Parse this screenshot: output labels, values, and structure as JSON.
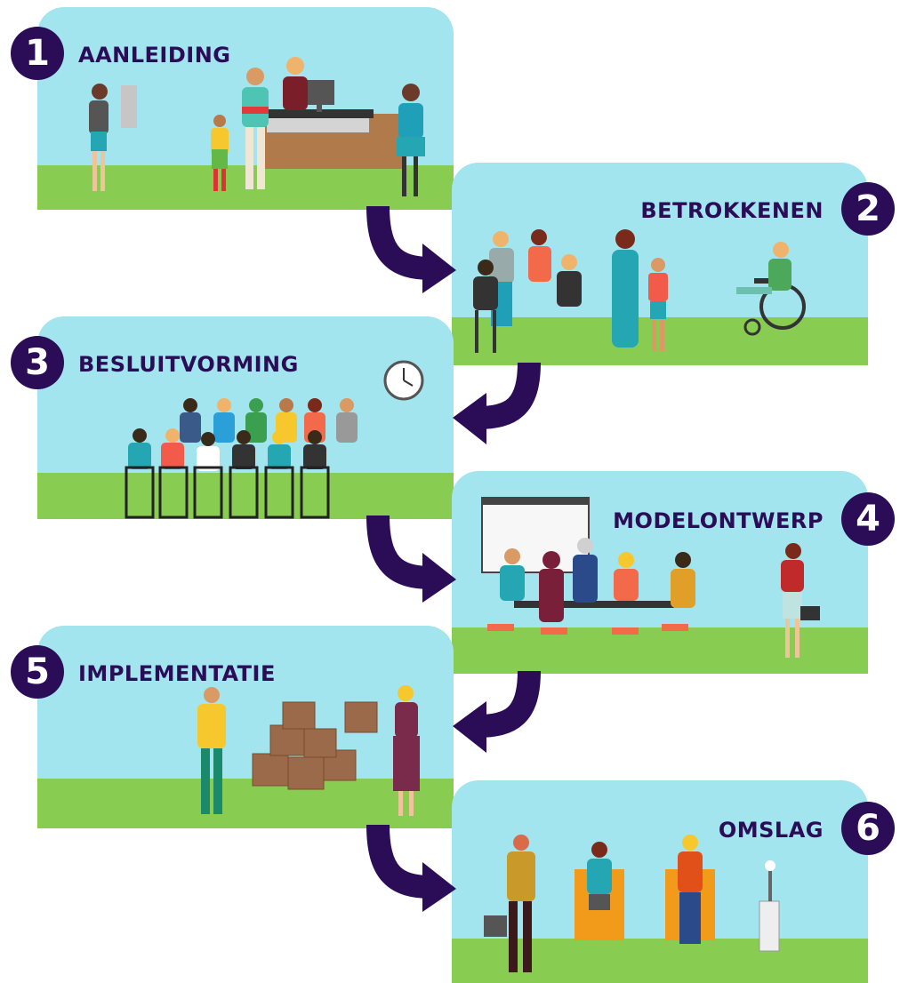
{
  "steps": [
    {
      "number": "1",
      "title": "AANLEIDING"
    },
    {
      "number": "2",
      "title": "BETROKKENEN"
    },
    {
      "number": "3",
      "title": "BESLUITVORMING"
    },
    {
      "number": "4",
      "title": "MODELONTWERP"
    },
    {
      "number": "5",
      "title": "IMPLEMENTATIE"
    },
    {
      "number": "6",
      "title": "OMSLAG"
    }
  ],
  "colors": {
    "sky": "#a3e5ef",
    "grass": "#89cc52",
    "accent": "#2a0c57"
  },
  "icons": [
    "clock-icon",
    "briefcase-icon",
    "wheelchair-icon",
    "box-icon",
    "chair-icon",
    "arrow-icon"
  ]
}
